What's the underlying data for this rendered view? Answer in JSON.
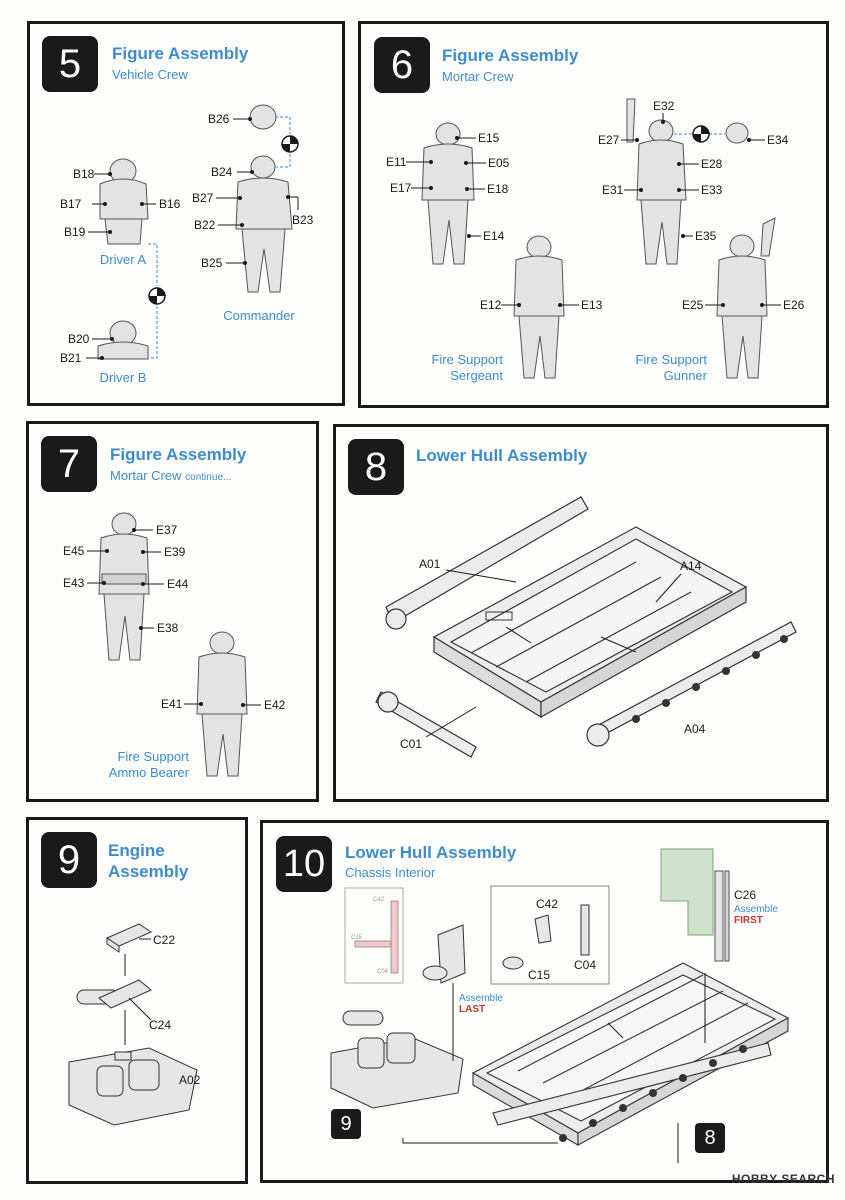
{
  "steps": {
    "s5": {
      "number": "5",
      "title": "Figure Assembly",
      "subtitle": "Vehicle Crew",
      "labels": [
        "B26",
        "B18",
        "B24",
        "B17",
        "B16",
        "B27",
        "B23",
        "B19",
        "B22",
        "B25",
        "B20",
        "B21"
      ],
      "captions": {
        "driver_a": "Driver A",
        "commander": "Commander",
        "driver_b": "Driver B"
      }
    },
    "s6": {
      "number": "6",
      "title": "Figure Assembly",
      "subtitle": "Mortar Crew",
      "labels": [
        "E15",
        "E11",
        "E05",
        "E17",
        "E18",
        "E14",
        "E12",
        "E13",
        "E32",
        "E27",
        "E34",
        "E28",
        "E31",
        "E33",
        "E35",
        "E25",
        "E26"
      ],
      "captions": {
        "sergeant_1": "Fire Support",
        "sergeant_2": "Sergeant",
        "gunner_1": "Fire Support",
        "gunner_2": "Gunner"
      }
    },
    "s7": {
      "number": "7",
      "title": "Figure Assembly",
      "subtitle": "Mortar Crew",
      "subtitle_cont": "continue...",
      "labels": [
        "E37",
        "E45",
        "E39",
        "E43",
        "E44",
        "E38",
        "E41",
        "E42"
      ],
      "captions": {
        "bearer_1": "Fire Support",
        "bearer_2": "Ammo Bearer"
      }
    },
    "s8": {
      "number": "8",
      "title": "Lower Hull Assembly",
      "labels": [
        "A01",
        "A14",
        "C01",
        "A04"
      ]
    },
    "s9": {
      "number": "9",
      "title_1": "Engine",
      "title_2": "Assembly",
      "labels": [
        "C22",
        "C24",
        "A02"
      ]
    },
    "s10": {
      "number": "10",
      "title": "Lower Hull Assembly",
      "subtitle": "Chassis Interior",
      "labels": [
        "C26",
        "C42",
        "C15",
        "C04"
      ],
      "notes": {
        "assemble": "Assemble",
        "first": "FIRST",
        "last": "LAST"
      },
      "inset_labels": [
        "C42",
        "C15",
        "C04"
      ],
      "badges": [
        "9",
        "8"
      ]
    }
  },
  "watermark": "HOBBY SEARCH",
  "colors": {
    "accent": "#3e8ccd",
    "red": "#c0392b",
    "green": "#cfe3cc",
    "pink": "#f1c8c8"
  }
}
